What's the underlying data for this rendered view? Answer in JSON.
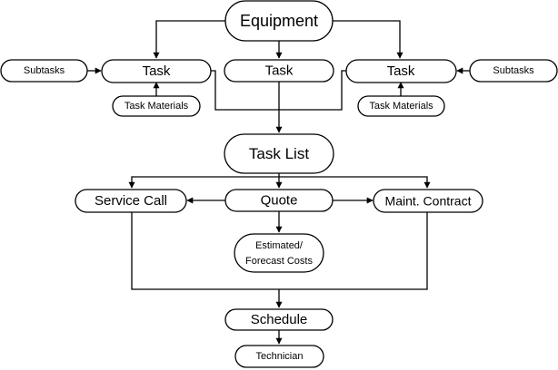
{
  "diagram": {
    "nodes": {
      "equipment": "Equipment",
      "task_left": "Task",
      "task_center": "Task",
      "task_right": "Task",
      "subtasks_left": "Subtasks",
      "subtasks_right": "Subtasks",
      "task_materials_left": "Task Materials",
      "task_materials_right": "Task Materials",
      "task_list": "Task List",
      "service_call": "Service Call",
      "quote": "Quote",
      "maint_contract": "Maint. Contract",
      "estimated_costs_line1": "Estimated/",
      "estimated_costs_line2": "Forecast Costs",
      "schedule": "Schedule",
      "technician": "Technician"
    },
    "colors": {
      "stroke": "#000000",
      "fill": "#ffffff",
      "text": "#000000"
    }
  }
}
